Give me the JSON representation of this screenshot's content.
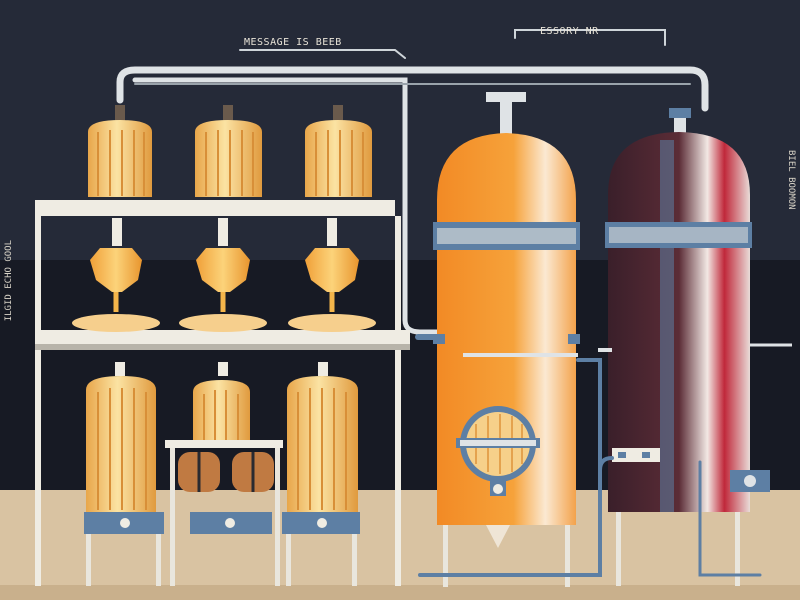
{
  "labels": {
    "top_left": "MESSAGE IS BEEB",
    "top_right": "ESSORY NR",
    "side_left": "ILGID ECHO GOOL",
    "side_right": "BIEL BOOMON"
  },
  "colors": {
    "background": "#222734",
    "floor": "#d9c3a2",
    "rack_white": "#efece3",
    "amber_vessel": "#f2c56e",
    "orange_tank": "#f08a2a",
    "dark_tank": "#4a2430",
    "red_stripe": "#c0283a",
    "pipe": "#dfe3e6",
    "steel_blue": "#5d7fa4"
  },
  "icons": {
    "fermenters": "fermentation-vessel-icon",
    "funnels": "funnel-icon",
    "tanks": "storage-tank-icon",
    "manway": "manway-hatch-icon"
  }
}
